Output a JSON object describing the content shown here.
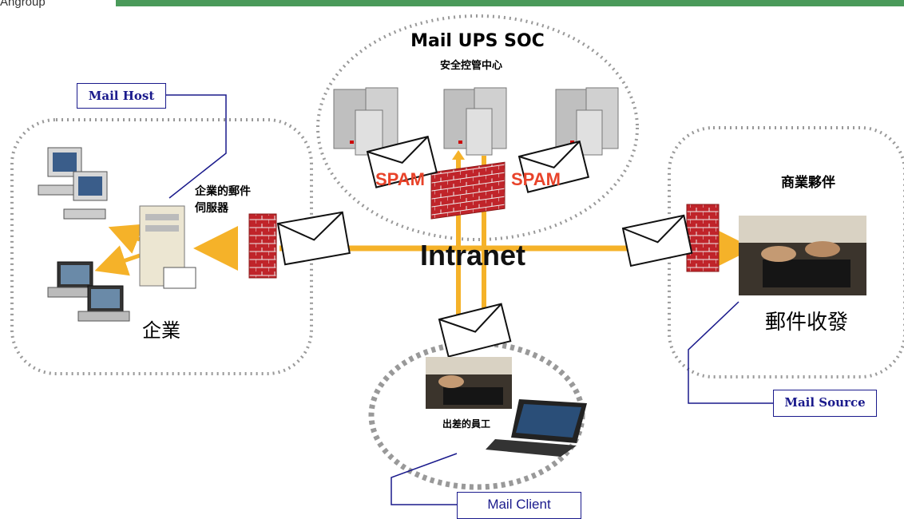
{
  "brand": {
    "text": "Angroup"
  },
  "soc": {
    "title": "Mail UPS SOC",
    "subtitle": "安全控管中心"
  },
  "spam_labels": [
    "SPAM",
    "SPAM"
  ],
  "intranet": {
    "label": "Intranet"
  },
  "enterprise": {
    "server_label_line1": "企業的郵件",
    "server_label_line2": "伺服器",
    "zone_label": "企業"
  },
  "partner": {
    "title": "商業夥伴",
    "zone_label": "郵件收發"
  },
  "employee": {
    "label": "出差的員工"
  },
  "callouts": {
    "mail_host": "Mail Host",
    "mail_source": "Mail Source",
    "mail_client": "Mail Client"
  },
  "colors": {
    "arrow": "#f5b229",
    "callout": "#1a1a8c",
    "firewall": "#c0242a",
    "spam": "#e8432a",
    "dotted": "#999999",
    "topbar": "#4a9a5a"
  }
}
